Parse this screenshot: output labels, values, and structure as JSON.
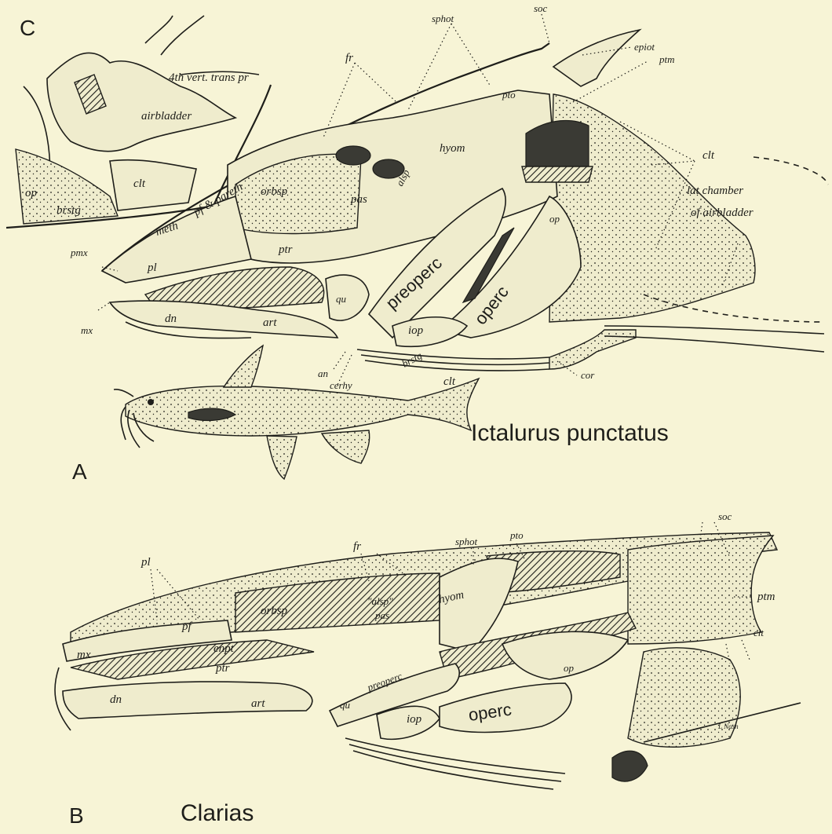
{
  "panels": {
    "a": {
      "letter": "A",
      "species": "Ictalurus punctatus"
    },
    "b": {
      "letter": "B",
      "species": "Clarias"
    },
    "c": {
      "letter": "C"
    }
  },
  "labels_a": {
    "sphot": "sphot",
    "soc": "soc",
    "fr": "fr",
    "epiot": "epiot",
    "ptm": "ptm",
    "pto": "pto",
    "hyom": "hyom",
    "clt_top": "clt",
    "lat_chamber_1": "lat chamber",
    "lat_chamber_2": "of airbladder",
    "orbsp": "orbsp",
    "pas": "pas",
    "alsp": "alsp",
    "meth": "meth",
    "pf_pareth": "pf & pareth",
    "pmx": "pmx",
    "pl": "pl",
    "ptr": "ptr",
    "op": "op",
    "preoperc": "preoperc",
    "operc": "operc",
    "mx": "mx",
    "dn": "dn",
    "art": "art",
    "qu": "qu",
    "iop": "iop",
    "an": "an",
    "cerhy": "cerhy",
    "brstg": "brstg",
    "clt_bottom": "clt",
    "cor": "cor"
  },
  "labels_c": {
    "vert": "4th vert. trans pr",
    "airbladder": "airbladder",
    "op": "op",
    "brstg": "brstg",
    "clt": "clt"
  },
  "labels_b": {
    "fr": "fr",
    "sphot": "sphot",
    "pto": "pto",
    "soc": "soc",
    "pl": "pl",
    "ptm": "ptm",
    "pf": "pf",
    "orbsp": "orbsp",
    "alsp": "\"alsp\"",
    "pas": "pas",
    "hyom": "hyom",
    "enpt": "enpt",
    "clt": "clt",
    "mx": "mx",
    "ptr": "ptr",
    "op": "op",
    "preoperc": "preoperc",
    "dn": "dn",
    "art": "art",
    "qu": "qu",
    "iop": "iop",
    "operc": "operc",
    "signature": "L Nash"
  }
}
